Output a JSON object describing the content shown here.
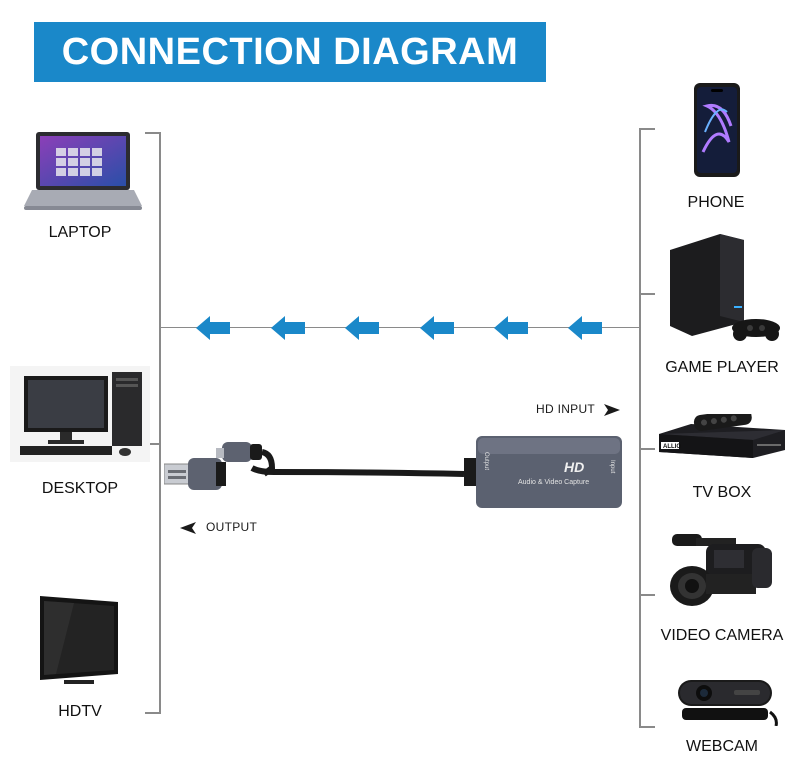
{
  "title": "CONNECTION DIAGRAM",
  "left_devices": [
    {
      "label": "LAPTOP"
    },
    {
      "label": "DESKTOP"
    },
    {
      "label": "HDTV"
    }
  ],
  "right_devices": [
    {
      "label": "PHONE"
    },
    {
      "label": "GAME PLAYER"
    },
    {
      "label": "TV BOX"
    },
    {
      "label": "VIDEO CAMERA"
    },
    {
      "label": "WEBCAM"
    }
  ],
  "device_text": {
    "hd": "HD",
    "capture": "Audio & Video Capture",
    "output_port": "Output",
    "input_port": "Input",
    "tvbox_brand": "ALLIO"
  },
  "hd_input_label": "HD INPUT",
  "output_label": "OUTPUT",
  "colors": {
    "banner": "#1a88c9",
    "arrow": "#1a88c9",
    "line": "#8a8a8a",
    "device": "#5d6270"
  }
}
